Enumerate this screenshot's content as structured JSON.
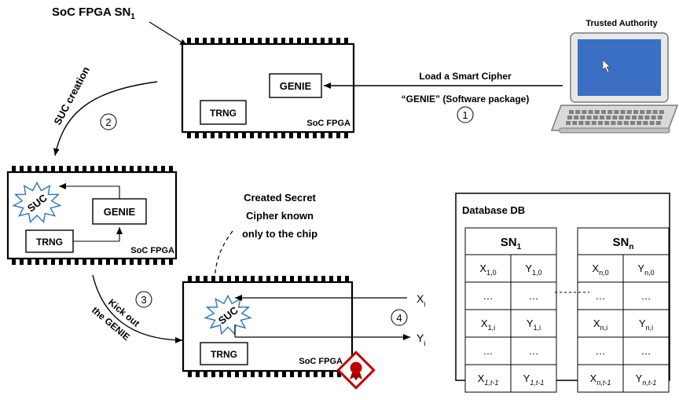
{
  "soc_title": {
    "text": "SoC FPGA SN",
    "sub": "1"
  },
  "chip_label": "SoC FPGA",
  "genie": "GENIE",
  "trng": "TRNG",
  "suc": "SUC",
  "trusted_authority": "Trusted Authority",
  "load_line1": "Load a Smart  Cipher",
  "load_line2_quoted": "“GENIE”",
  "load_line2_rest": "(Software package)",
  "steps": {
    "s1": "1",
    "s2": "2",
    "s3": "3",
    "s4": "4"
  },
  "suc_creation": "SUC creation",
  "kick_line1": "Kick out",
  "kick_line2": "the GENIE",
  "created_secret": [
    "Created Secret",
    "Cipher known",
    "only to the chip"
  ],
  "io": {
    "x": "X",
    "x_sub": "i",
    "y": "Y",
    "y_sub": "i"
  },
  "database": {
    "title": "Database DB",
    "table1": {
      "header": {
        "text": "SN",
        "sub": "1"
      },
      "rows": [
        [
          {
            "b": "X",
            "s": "1,0"
          },
          {
            "b": "Y",
            "s": "1,0"
          }
        ],
        [
          {
            "b": "…",
            "s": ""
          },
          {
            "b": "…",
            "s": ""
          }
        ],
        [
          {
            "b": "X",
            "s": "1,i"
          },
          {
            "b": "Y",
            "s": "1,i"
          }
        ],
        [
          {
            "b": "…",
            "s": ""
          },
          {
            "b": "…",
            "s": ""
          }
        ],
        [
          {
            "b": "X",
            "s": "1,t-1"
          },
          {
            "b": "Y",
            "s": "1,t-1"
          }
        ]
      ]
    },
    "tablen": {
      "header": {
        "text": "SN",
        "sub": "n"
      },
      "rows": [
        [
          {
            "b": "X",
            "s": "n,0"
          },
          {
            "b": "Y",
            "s": "n,0"
          }
        ],
        [
          {
            "b": "…",
            "s": ""
          },
          {
            "b": "…",
            "s": ""
          }
        ],
        [
          {
            "b": "X",
            "s": "n,i"
          },
          {
            "b": "Y",
            "s": "n,i"
          }
        ],
        [
          {
            "b": "…",
            "s": ""
          },
          {
            "b": "…",
            "s": ""
          }
        ],
        [
          {
            "b": "X",
            "s": "n,t-1"
          },
          {
            "b": "Y",
            "s": "n,t-1"
          }
        ]
      ]
    }
  },
  "colors": {
    "seal_border": "#c00000",
    "seal_fill": "#c00000",
    "laptop_screen": "#3a6fc4"
  }
}
